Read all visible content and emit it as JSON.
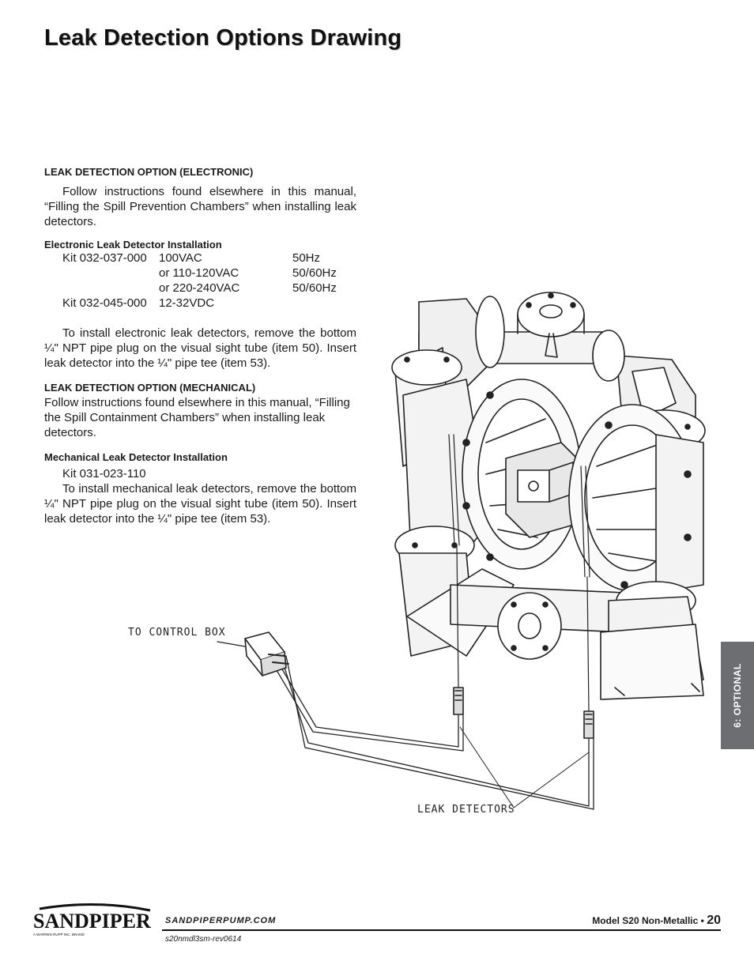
{
  "title": "Leak Detection Options Drawing",
  "electronic": {
    "heading": "LEAK DETECTION OPTION  (ELECTRONIC)",
    "intro": "Follow instructions found elsewhere in this manual, “Filling the Spill Prevention Chambers” when installing leak detectors.",
    "install_heading": "Electronic Leak Detector Installation",
    "kits": [
      [
        "Kit 032-037-000",
        "100VAC",
        "50Hz"
      ],
      [
        "",
        "or 110-120VAC",
        "50/60Hz"
      ],
      [
        "",
        "or 220-240VAC",
        "50/60Hz"
      ],
      [
        "Kit 032-045-000",
        "12-32VDC",
        ""
      ]
    ],
    "install_text": "To install electronic leak detectors, remove the bottom ¼\" NPT pipe plug on the visual sight tube (item 50). Insert leak detector into the ¼\" pipe tee (item 53)."
  },
  "mechanical": {
    "heading": "LEAK DETECTION OPTION  (MECHANICAL)",
    "intro": "Follow instructions found elsewhere in this manual, “Filling the Spill Containment Chambers” when installing leak detectors.",
    "install_heading": "Mechanical Leak Detector Installation",
    "kit": "Kit 031-023-110",
    "install_text": "To install mechanical leak detectors, remove the bottom ¼\" NPT pipe plug on the visual sight tube (item 50). Insert leak detector into the ¼\" pipe tee (item 53)."
  },
  "diagram": {
    "label_control_box": "TO CONTROL BOX",
    "label_leak_detectors": "LEAK DETECTORS"
  },
  "side_tab": "6: OPTIONAL",
  "footer": {
    "logo_text": "SANDPIPER",
    "logo_sub": "A WARREN RUPP INC. BRAND",
    "website": "SANDPIPERPUMP.COM",
    "revision": "s20nmdl3sm-rev0614",
    "model": "Model S20 Non-Metallic •",
    "page": "20"
  }
}
